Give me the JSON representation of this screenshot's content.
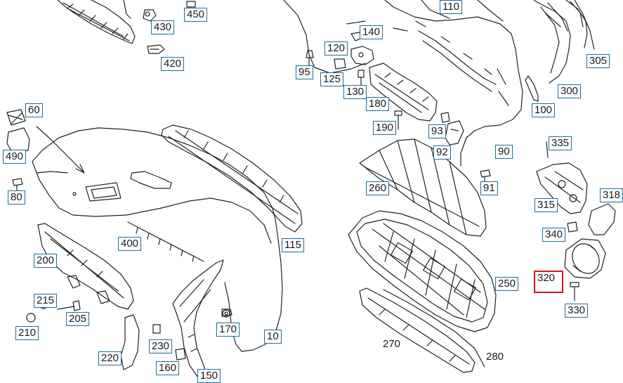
{
  "labels": {
    "l430": "430",
    "l450": "450",
    "l420": "420",
    "l110": "110",
    "l140": "140",
    "l120": "120",
    "l95": "95",
    "l125": "125",
    "l130": "130",
    "l180": "180",
    "l305": "305",
    "l300": "300",
    "l100": "100",
    "l60": "60",
    "l490": "490",
    "l80": "80",
    "l190": "190",
    "l93": "93",
    "l92": "92",
    "l90": "90",
    "l335": "335",
    "l260": "260",
    "l91": "91",
    "l318": "318",
    "l315": "315",
    "l340": "340",
    "l400": "400",
    "l115": "115",
    "l200": "200",
    "l320": "320",
    "l250": "250",
    "l215": "215",
    "l205": "205",
    "l330": "330",
    "l210": "210",
    "l170": "170",
    "l10": "10",
    "l220": "220",
    "l230": "230",
    "l160": "160",
    "l150": "150",
    "l270": "270",
    "l280": "280"
  }
}
